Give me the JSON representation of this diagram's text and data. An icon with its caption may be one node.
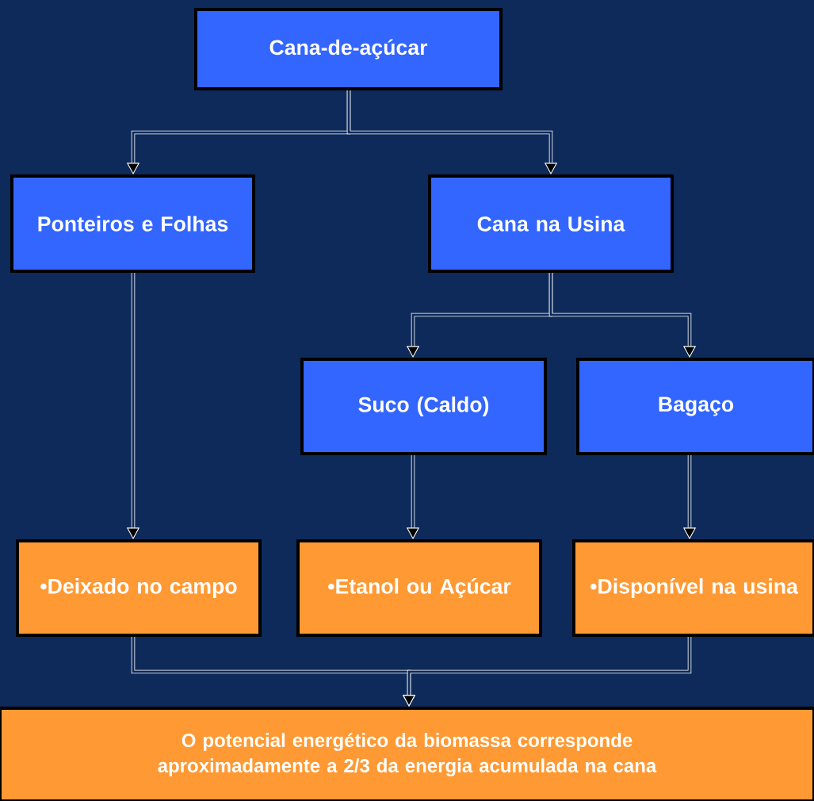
{
  "diagram": {
    "nodes": [
      {
        "text": [
          "Cana-de-açúcar"
        ]
      },
      {
        "text": [
          "Ponteiros e Folhas"
        ]
      },
      {
        "text": [
          "Cana na Usina"
        ]
      },
      {
        "text": [
          "Suco (Caldo)"
        ]
      },
      {
        "text": [
          "Bagaço"
        ]
      },
      {
        "text": [
          "•Deixado no campo"
        ]
      },
      {
        "text": [
          "•Etanol ou Açúcar"
        ]
      },
      {
        "text": [
          "•Disponível na usina"
        ]
      },
      {
        "text": [
          "O potencial energético da biomassa corresponde aproximadamente a 2/3 da energia acumulada na cana"
        ]
      }
    ],
    "edges": [
      {
        "from": 0,
        "to": 1,
        "arrow": "to"
      },
      {
        "from": 0,
        "to": 2,
        "arrow": "to"
      },
      {
        "from": 2,
        "to": 3,
        "arrow": "to"
      },
      {
        "from": 2,
        "to": 4,
        "arrow": "to"
      },
      {
        "from": 1,
        "to": 5,
        "arrow": "to"
      },
      {
        "from": 3,
        "to": 6,
        "arrow": "to"
      },
      {
        "from": 4,
        "to": 7,
        "arrow": "to"
      },
      {
        "from": 5,
        "to": 8,
        "arrow": "to"
      },
      {
        "from": 7,
        "to": 8,
        "arrow": "to"
      }
    ]
  }
}
